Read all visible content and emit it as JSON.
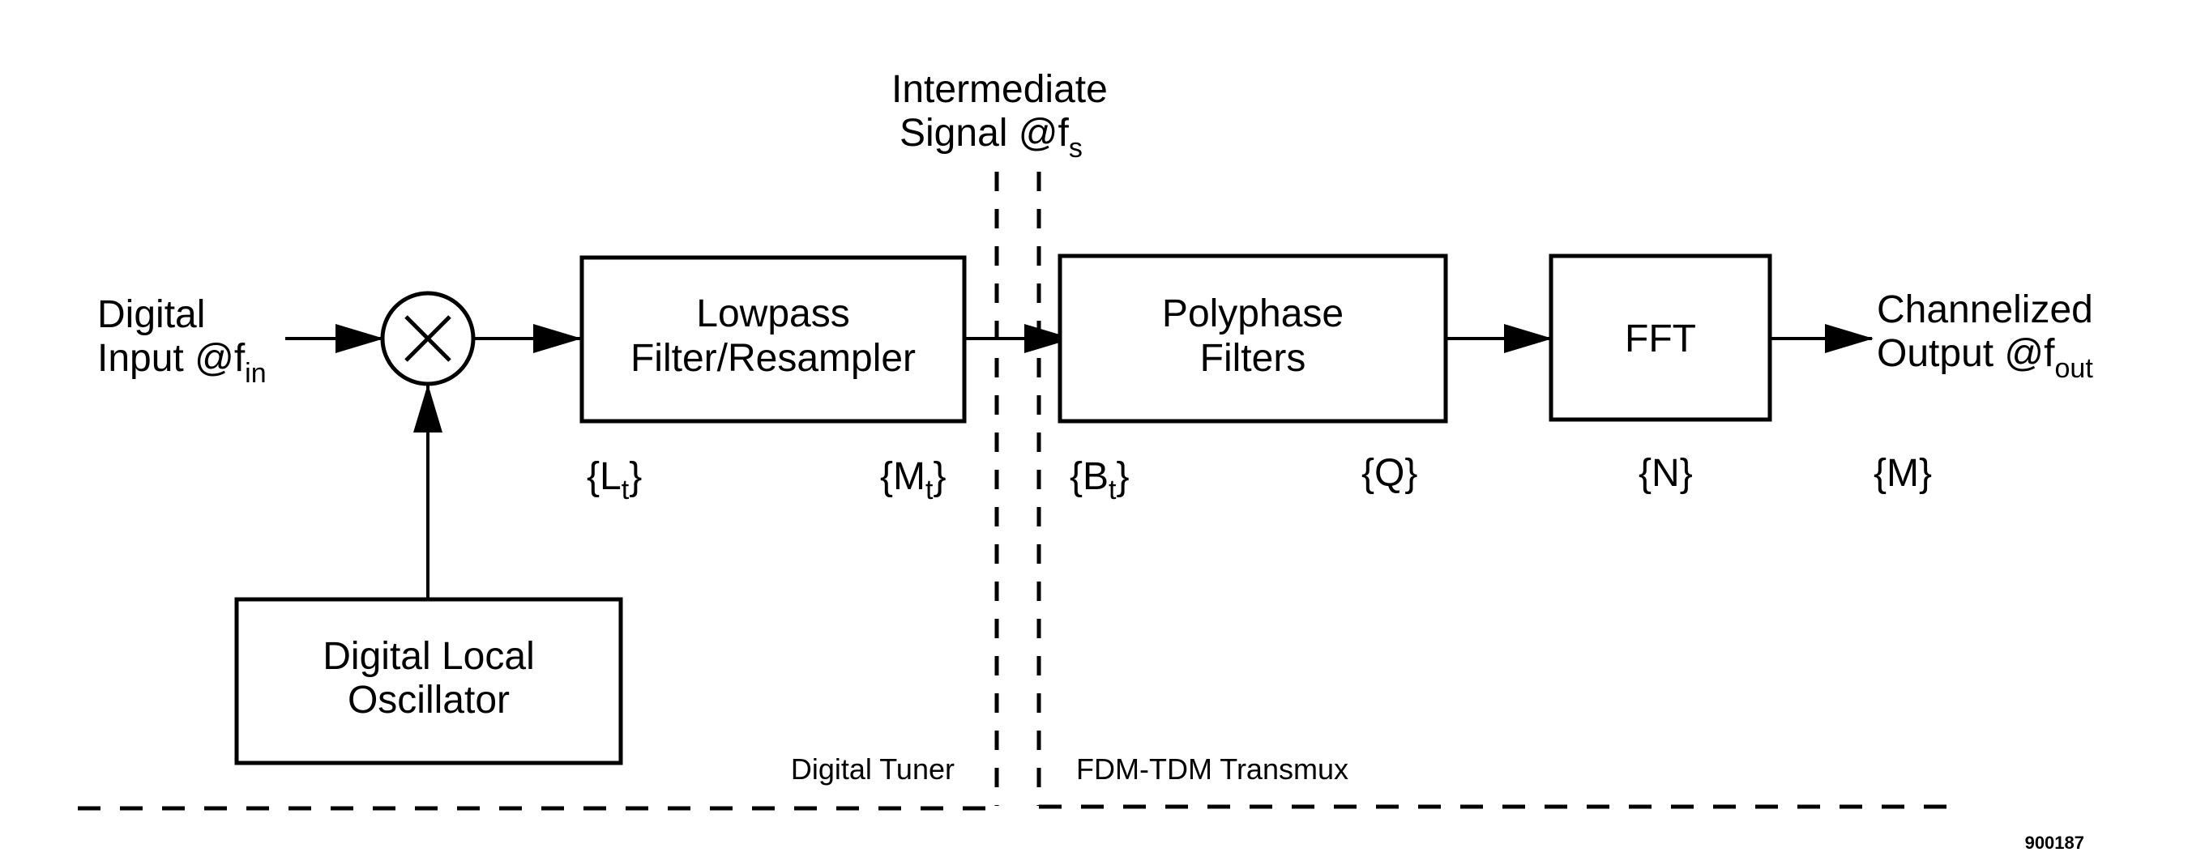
{
  "blocks": {
    "mixer": {
      "symbol": "×"
    },
    "lowpass": {
      "line1": "Lowpass",
      "line2": "Filter/Resampler"
    },
    "polyphase": {
      "line1": "Polyphase",
      "line2": "Filters"
    },
    "fft": {
      "label": "FFT"
    },
    "local_oscillator": {
      "line1": "Digital Local",
      "line2": "Oscillator"
    }
  },
  "input": {
    "line1": "Digital",
    "line2_main": "Input @f",
    "line2_sub": "in"
  },
  "output": {
    "line1": "Channelized",
    "line2_main": "Output @f",
    "line2_sub": "out"
  },
  "intermediate": {
    "line1": "Intermediate",
    "line2_main": "Signal @f",
    "line2_sub": "s"
  },
  "parameters": {
    "Lt": {
      "open": "{L",
      "sub": "t",
      "close": "}"
    },
    "Mt": {
      "open": "{M",
      "sub": "t",
      "close": "}"
    },
    "Bt": {
      "open": "{B",
      "sub": "t",
      "close": "}"
    },
    "Q": "{Q}",
    "N": "{N}",
    "M": "{M}"
  },
  "regions": {
    "left": "Digital Tuner",
    "right": "FDM-TDM Transmux"
  },
  "figure_id": "900187"
}
